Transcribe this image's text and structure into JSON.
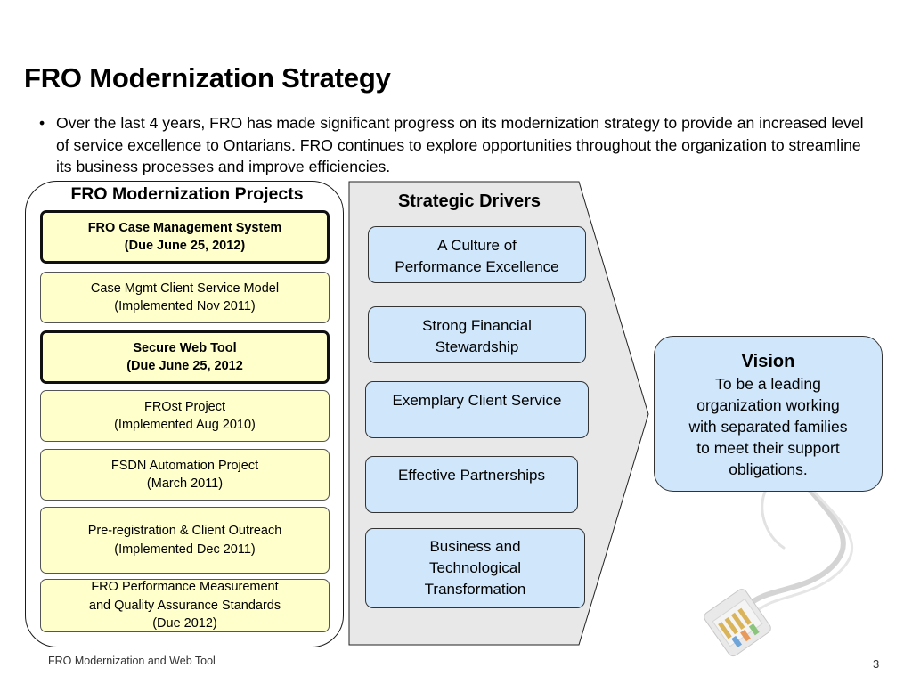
{
  "slide": {
    "title": "FRO Modernization Strategy",
    "bullet": "Over the last 4 years, FRO has made significant progress on its modernization strategy to provide an increased level of service excellence to Ontarians.  FRO continues to explore opportunities throughout the organization to streamline its business processes and improve efficiencies."
  },
  "projects": {
    "heading": "FRO Modernization Projects",
    "items": [
      {
        "line1": "FRO Case Management System",
        "line2": "(Due June 25, 2012)",
        "line3": ""
      },
      {
        "line1": "Case Mgmt Client Service Model",
        "line2": "(Implemented Nov 2011)",
        "line3": ""
      },
      {
        "line1": "Secure Web Tool",
        "line2": "(Due June 25, 2012",
        "line3": ""
      },
      {
        "line1": "FROst Project",
        "line2": "(Implemented Aug 2010)",
        "line3": ""
      },
      {
        "line1": "FSDN Automation Project",
        "line2": "(March 2011)",
        "line3": ""
      },
      {
        "line1": "Pre-registration & Client Outreach",
        "line2": "(Implemented Dec 2011)",
        "line3": ""
      },
      {
        "line1": "FRO Performance Measurement",
        "line2": "and Quality Assurance Standards",
        "line3": "(Due 2012)"
      }
    ]
  },
  "drivers": {
    "heading": "Strategic Drivers",
    "items": [
      {
        "line1": "A Culture of",
        "line2": "Performance Excellence",
        "line3": ""
      },
      {
        "line1": "Strong Financial",
        "line2": "Stewardship",
        "line3": ""
      },
      {
        "line1": "Exemplary Client Service",
        "line2": "",
        "line3": ""
      },
      {
        "line1": "Effective Partnerships",
        "line2": "",
        "line3": ""
      },
      {
        "line1": "Business and",
        "line2": "Technological",
        "line3": "Transformation"
      }
    ]
  },
  "vision": {
    "title": "Vision",
    "line1": "To be a leading",
    "line2": "organization working",
    "line3": "with separated families",
    "line4": "to meet their support",
    "line5": "obligations."
  },
  "footer": {
    "label": "FRO Modernization and Web Tool",
    "page": "3"
  },
  "colors": {
    "project_fill": "#ffffcc",
    "driver_fill": "#cfe6fb",
    "panel_gray": "#e8e8e8"
  }
}
